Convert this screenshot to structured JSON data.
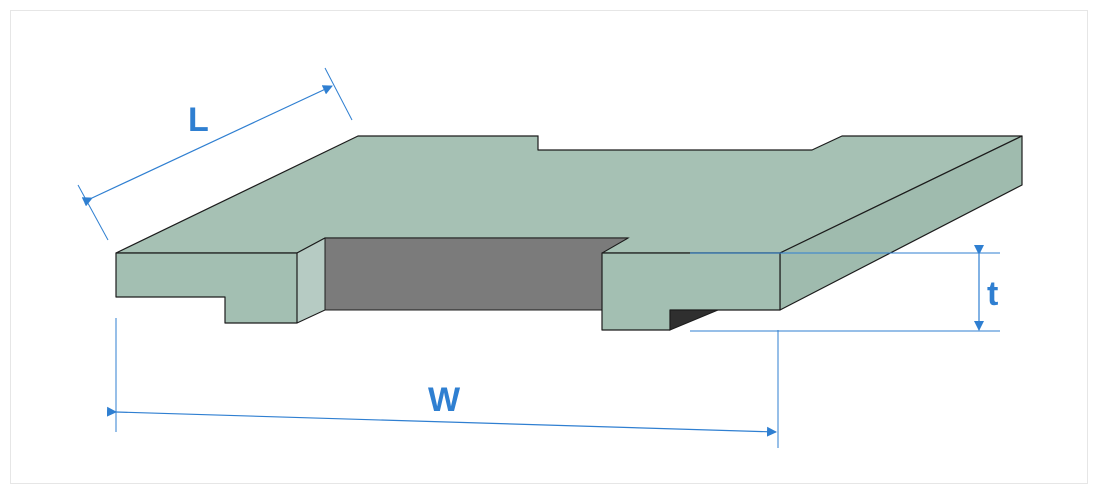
{
  "labels": {
    "length": "L",
    "width": "W",
    "thickness": "t"
  },
  "colors": {
    "top_face": "#a6c1b4",
    "front_face": "#a3bfb2",
    "side_face": "#9fbbae",
    "notch_side_light": "#b6cbc3",
    "inner_wall": "#7b7b7b",
    "dark_underside": "#2f2f2f",
    "edge": "#1c1c1c",
    "dimension": "#2f7fd1"
  }
}
